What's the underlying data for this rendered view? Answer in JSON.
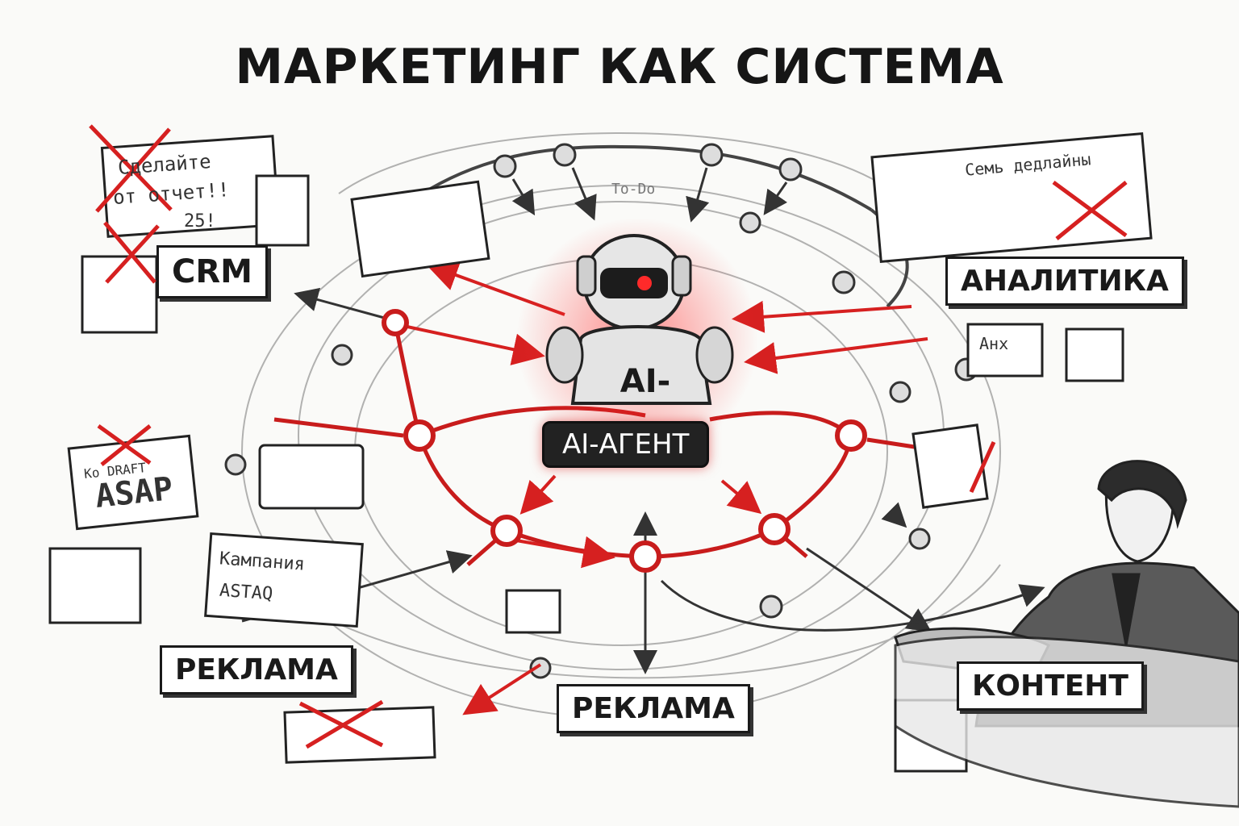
{
  "title": "МАРКЕТИНГ КАК СИСТЕМА",
  "center": {
    "robot_chest": "AI-",
    "agent_label": "AI-АГЕНТ"
  },
  "labels": {
    "crm": "CRM",
    "analytics": "АНАЛИТИКА",
    "ads_left": "РЕКЛАМА",
    "ads_bottom": "РЕКЛАМА",
    "content": "КОНТЕНТ"
  },
  "notes": {
    "top_left_line1": "Сделайте",
    "top_left_line2": "от отчет!!",
    "top_left_line3": "25!",
    "top_right": "Семь дедлайны",
    "left_asap_top": "Ko DRAFT",
    "left_asap": "ASAP",
    "campaign_line1": "Кампания",
    "campaign_line2": "ASTAQ",
    "todo": "To-Do",
    "analytics_small": "Анх"
  },
  "colors": {
    "accent_red": "#d62020",
    "ink": "#1a1a1a",
    "pencil": "#555555"
  }
}
